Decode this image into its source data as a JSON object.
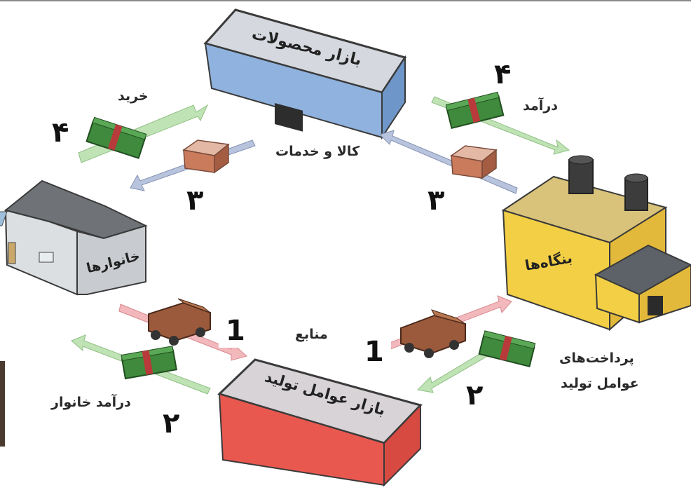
{
  "nodes": {
    "product_market": "بازار محصولات",
    "factor_market": "بازار عوامل تولید",
    "households": "خانوارها",
    "firms": "بنگاه‌ها"
  },
  "flows": {
    "goods_services": "کالا و خدمات",
    "purchase": "خرید",
    "revenue": "درآمد",
    "resources": "منابع",
    "factor_payments_line1": "پرداخت‌های",
    "factor_payments_line2": "عوامل تولید",
    "household_income": "درآمد خانوار"
  },
  "numbers": {
    "n4_left": "۴",
    "n4_right": "۴",
    "n3_left": "۳",
    "n3_right": "۳",
    "n1_left": "1",
    "n1_right": "1",
    "n2_left": "۲",
    "n2_right": "۲"
  },
  "colors": {
    "product_market": "#a9c4e6",
    "factor_market": "#e8584f",
    "firms": "#f2cf45",
    "households": "#c9ccd0",
    "money": "#3f8a3c",
    "goods_arrow": "#b8c4de",
    "money_arrow": "#bfe3b5",
    "resource_arrow": "#f2b8bb"
  }
}
